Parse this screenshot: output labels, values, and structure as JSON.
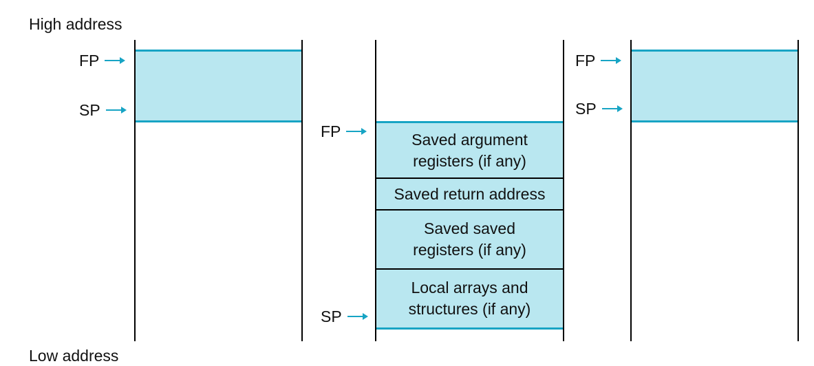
{
  "labels": {
    "high_address": "High address",
    "low_address": "Low address"
  },
  "pointers": {
    "fp": "FP",
    "sp": "SP"
  },
  "frames": {
    "left": {
      "pointer_fp": "FP",
      "pointer_sp": "SP"
    },
    "middle": {
      "pointer_fp": "FP",
      "pointer_sp": "SP",
      "cells": [
        {
          "line1": "Saved argument",
          "line2": "registers (if any)"
        },
        {
          "line1": "Saved return address",
          "line2": ""
        },
        {
          "line1": "Saved saved",
          "line2": "registers (if any)"
        },
        {
          "line1": "Local arrays and",
          "line2": "structures (if any)"
        }
      ]
    },
    "right": {
      "pointer_fp": "FP",
      "pointer_sp": "SP"
    }
  },
  "colors": {
    "frame_fill": "#b9e7f0",
    "frame_border": "#17a4c4",
    "arrow": "#17a4c4",
    "stack_line": "#000000"
  }
}
